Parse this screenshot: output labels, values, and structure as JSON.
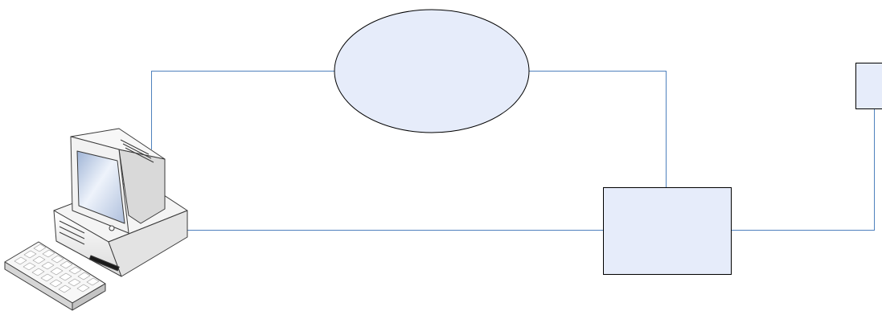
{
  "diagram": {
    "colors": {
      "background": "#ffffff",
      "connector": "#4f81bd",
      "node_fill": "#e6ecfa",
      "node_stroke": "#000000"
    },
    "nodes": [
      {
        "id": "ellipse-node",
        "shape": "ellipse"
      },
      {
        "id": "rectangle-node",
        "shape": "rectangle"
      },
      {
        "id": "small-rectangle-node",
        "shape": "rectangle"
      },
      {
        "id": "computer-node",
        "shape": "desktop-computer-icon"
      }
    ],
    "connections": [
      {
        "from": "computer-node",
        "to": "ellipse-node"
      },
      {
        "from": "ellipse-node",
        "to": "rectangle-node"
      },
      {
        "from": "computer-node",
        "to": "rectangle-node"
      },
      {
        "from": "rectangle-node",
        "to": "small-rectangle-node"
      }
    ]
  }
}
